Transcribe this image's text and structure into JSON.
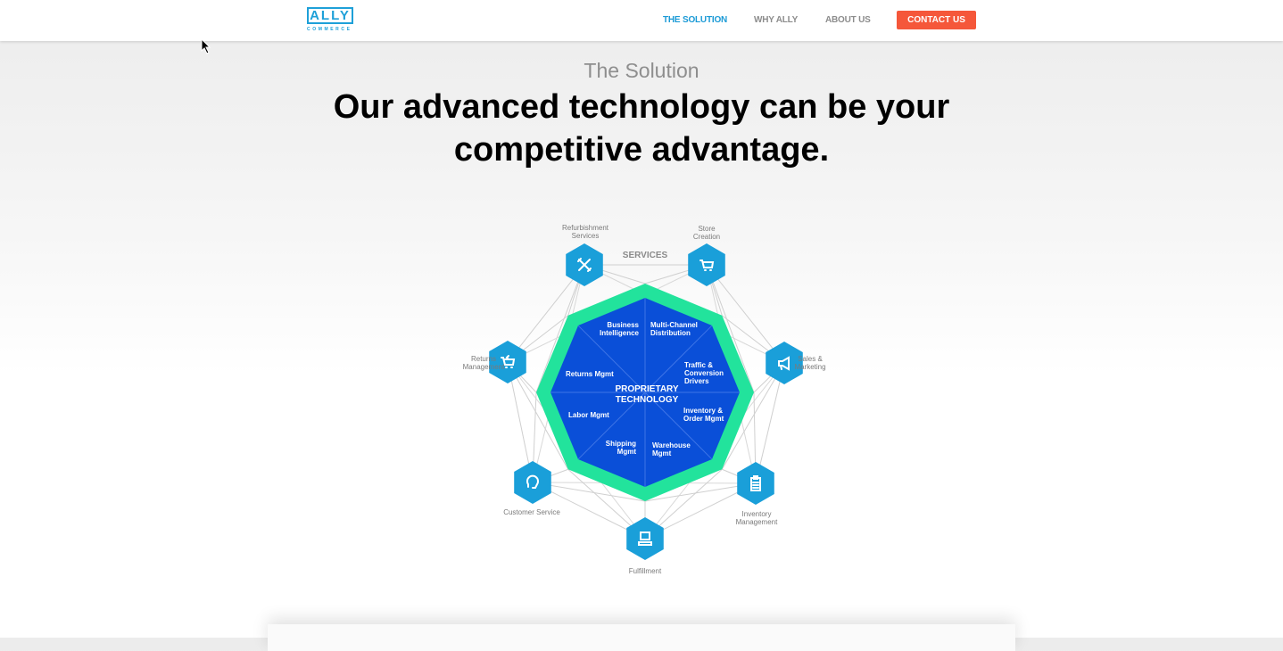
{
  "nav": {
    "logo_text": "ALLY",
    "logo_sub": "COMMERCE",
    "links": [
      "THE SOLUTION",
      "WHY ALLY",
      "ABOUT US"
    ],
    "contact": "CONTACT US",
    "accent": "#1b9ad6",
    "cta_color": "#f5573a"
  },
  "hero": {
    "eyebrow": "The Solution",
    "headline_line1": "Our advanced technology can be your",
    "headline_line2": "competitive advantage."
  },
  "diagram": {
    "services_label": "SERVICES",
    "center": [
      "PROPRIETARY",
      "TECHNOLOGY"
    ],
    "segments": [
      [
        "Business",
        "Intelligence"
      ],
      [
        "Multi-Channel",
        "Distribution"
      ],
      [
        "Traffic &",
        "Conversion",
        "Drivers"
      ],
      [
        "Inventory &",
        "Order Mgmt"
      ],
      [
        "Warehouse",
        "Mgmt"
      ],
      [
        "Shipping",
        "Mgmt"
      ],
      [
        "Labor Mgmt"
      ],
      [
        "Returns Mgmt"
      ]
    ],
    "services": [
      {
        "label": [
          "Refurbishment",
          "Services"
        ],
        "icon": "tools-icon"
      },
      {
        "label": [
          "Store",
          "Creation"
        ],
        "icon": "cart-icon"
      },
      {
        "label": [
          "Sales &",
          "Marketing"
        ],
        "icon": "megaphone-icon"
      },
      {
        "label": [
          "Inventory",
          "Management"
        ],
        "icon": "clipboard-icon"
      },
      {
        "label": [
          "Fulfillment"
        ],
        "icon": "conveyor-icon"
      },
      {
        "label": [
          "Customer Service"
        ],
        "icon": "headset-icon"
      },
      {
        "label": [
          "Returns",
          "Management"
        ],
        "icon": "return-cart-icon"
      }
    ],
    "colors": {
      "hex": "#1a9fd9",
      "ring": "#22e39c",
      "core": "#0a4fd8"
    }
  }
}
